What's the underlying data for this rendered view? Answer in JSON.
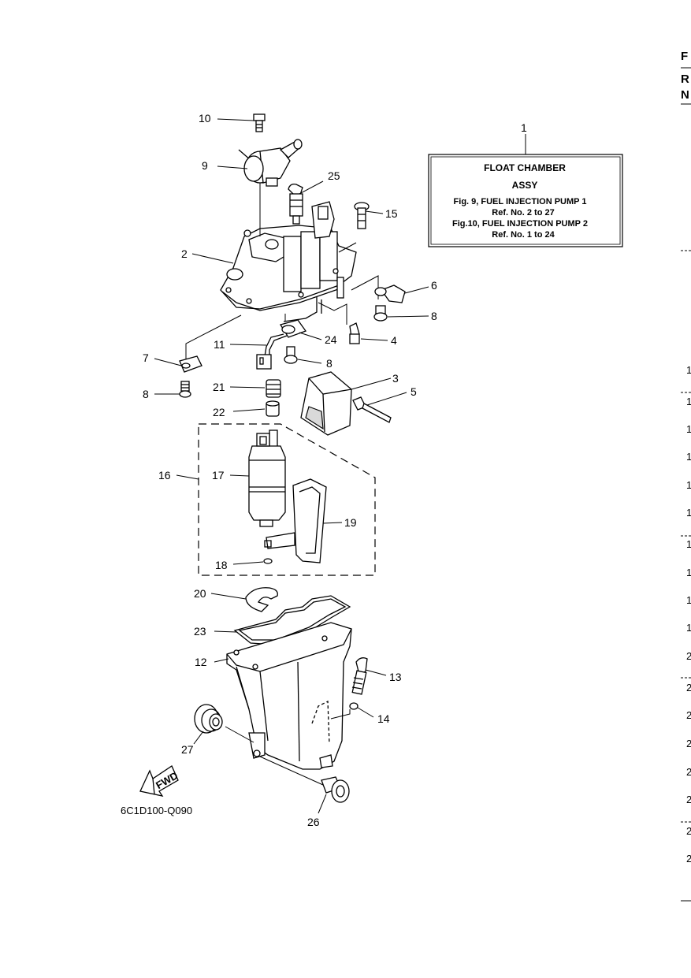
{
  "callouts": {
    "c1": "1",
    "c2": "2",
    "c3": "3",
    "c4": "4",
    "c5": "5",
    "c6": "6",
    "c7": "7",
    "c8a": "8",
    "c8b": "8",
    "c8c": "8",
    "c9": "9",
    "c10": "10",
    "c11": "11",
    "c12": "12",
    "c13": "13",
    "c14": "14",
    "c15": "15",
    "c16": "16",
    "c17": "17",
    "c18": "18",
    "c19": "19",
    "c20": "20",
    "c21": "21",
    "c22": "22",
    "c23": "23",
    "c24": "24",
    "c25": "25",
    "c26": "26",
    "c27": "27"
  },
  "assy_box": {
    "line1": "FLOAT CHAMBER",
    "line2": "ASSY",
    "line3": "Fig.  9, FUEL INJECTION PUMP 1",
    "line4": "Ref. No. 2 to 27",
    "line5": "Fig.10, FUEL INJECTION PUMP 2",
    "line6": "Ref. No. 1 to 24"
  },
  "fwd_label": "FWD",
  "diagram_code": "6C1D100-Q090",
  "right_edge": {
    "top": [
      "F",
      "R",
      "N"
    ],
    "rows": [
      "1",
      "1",
      "1",
      "1",
      "1",
      "1",
      "1",
      "1",
      "1",
      "1",
      "2",
      "2",
      "2",
      "2",
      "2",
      "2",
      "2",
      "2"
    ]
  }
}
